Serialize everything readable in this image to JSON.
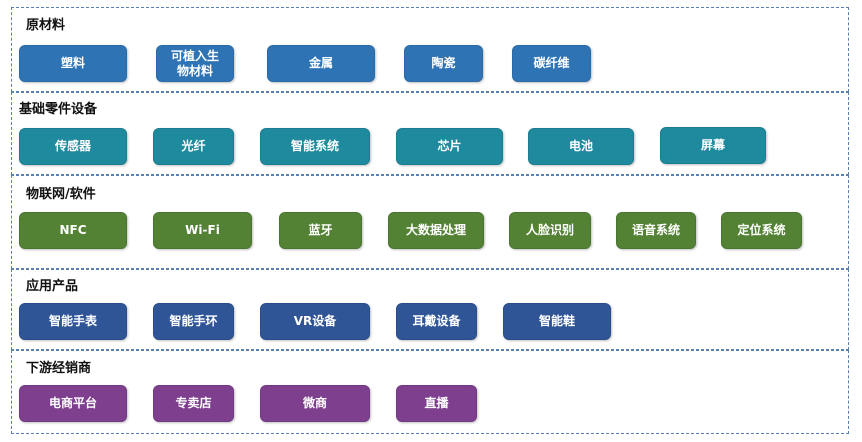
{
  "sections": [
    {
      "title": "原材料",
      "color": "#2e74b5",
      "items": [
        "塑料",
        "可植入生物材料",
        "金属",
        "陶瓷",
        "碳纤维"
      ]
    },
    {
      "title": "基础零件设备",
      "color": "#1f8a9e",
      "items": [
        "传感器",
        "光纤",
        "智能系统",
        "芯片",
        "电池",
        "屏幕"
      ]
    },
    {
      "title": "物联网/软件",
      "color": "#548235",
      "items": [
        "NFC",
        "Wi-Fi",
        "蓝牙",
        "大数据处理",
        "人脸识别",
        "语音系统",
        "定位系统"
      ]
    },
    {
      "title": "应用产品",
      "color": "#2f5597",
      "items": [
        "智能手表",
        "智能手环",
        "VR设备",
        "耳戴设备",
        "智能鞋"
      ]
    },
    {
      "title": "下游经销商",
      "color": "#7e3f8f",
      "items": [
        "电商平台",
        "专卖店",
        "微商",
        "直播"
      ]
    }
  ]
}
